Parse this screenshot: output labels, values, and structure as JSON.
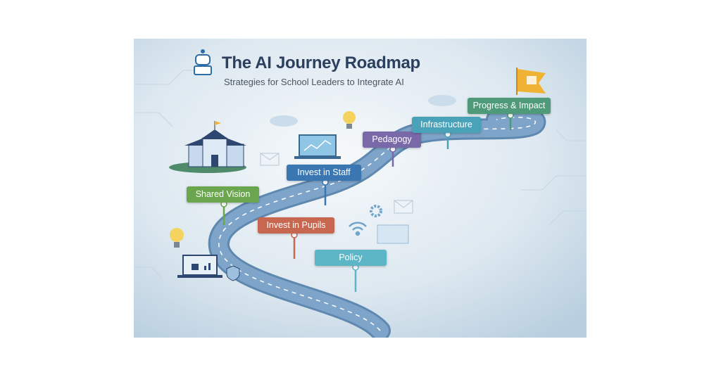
{
  "header": {
    "title": "The AI Journey Roadmap",
    "subtitle": "Strategies for School Leaders to Integrate AI",
    "icon": "robot-icon"
  },
  "milestones": [
    {
      "label": "Policy",
      "color": "#5cb6c6"
    },
    {
      "label": "Invest in Pupils",
      "color": "#c8674f"
    },
    {
      "label": "Shared Vision",
      "color": "#6aa64e"
    },
    {
      "label": "Invest in Staff",
      "color": "#3a77b2"
    },
    {
      "label": "Pedagogy",
      "color": "#7a69a8"
    },
    {
      "label": "Infrastructure",
      "color": "#4aa2b8"
    },
    {
      "label": "Progress & Impact",
      "color": "#4f9a78"
    }
  ],
  "decorations": [
    "school-building-icon",
    "lightbulb-icon",
    "laptop-chart-icon",
    "cloud-icon",
    "wifi-icon",
    "gear-icon",
    "envelope-icon",
    "lock-laptop-icon",
    "shield-icon",
    "finish-flag-icon"
  ],
  "colors": {
    "road": "#6f97bd",
    "background": "#dfe9f1",
    "title": "#2b3f5e",
    "flag": "#f0b232"
  }
}
